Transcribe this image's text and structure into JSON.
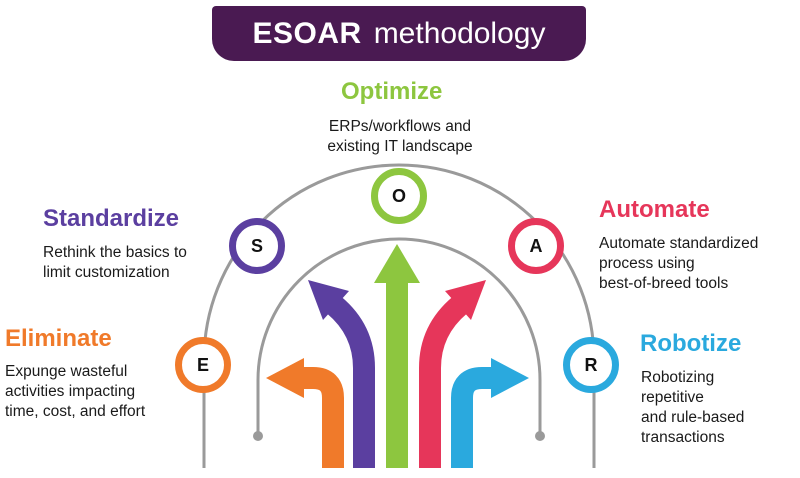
{
  "title": {
    "bold": "ESOAR",
    "rest": "methodology"
  },
  "colors": {
    "banner": "#4a1a52",
    "optimize": "#8dc63f",
    "standardize": "#5b3fa0",
    "automate": "#e6365a",
    "eliminate": "#f07a2a",
    "robotize": "#2aa9de",
    "arc": "#9a9a9a"
  },
  "steps": {
    "optimize": {
      "letter": "O",
      "heading": "Optimize",
      "desc": [
        "ERPs/workflows and",
        "existing IT landscape"
      ]
    },
    "standardize": {
      "letter": "S",
      "heading": "Standardize",
      "desc": [
        "Rethink the basics to",
        "limit customization"
      ]
    },
    "automate": {
      "letter": "A",
      "heading": "Automate",
      "desc": [
        "Automate standardized",
        "process using",
        "best-of-breed tools"
      ]
    },
    "eliminate": {
      "letter": "E",
      "heading": "Eliminate",
      "desc": [
        "Expunge wasteful",
        "activities impacting",
        "time, cost, and effort"
      ]
    },
    "robotize": {
      "letter": "R",
      "heading": "Robotize",
      "desc": [
        "Robotizing",
        "repetitive",
        "and rule-based",
        "transactions"
      ]
    }
  }
}
